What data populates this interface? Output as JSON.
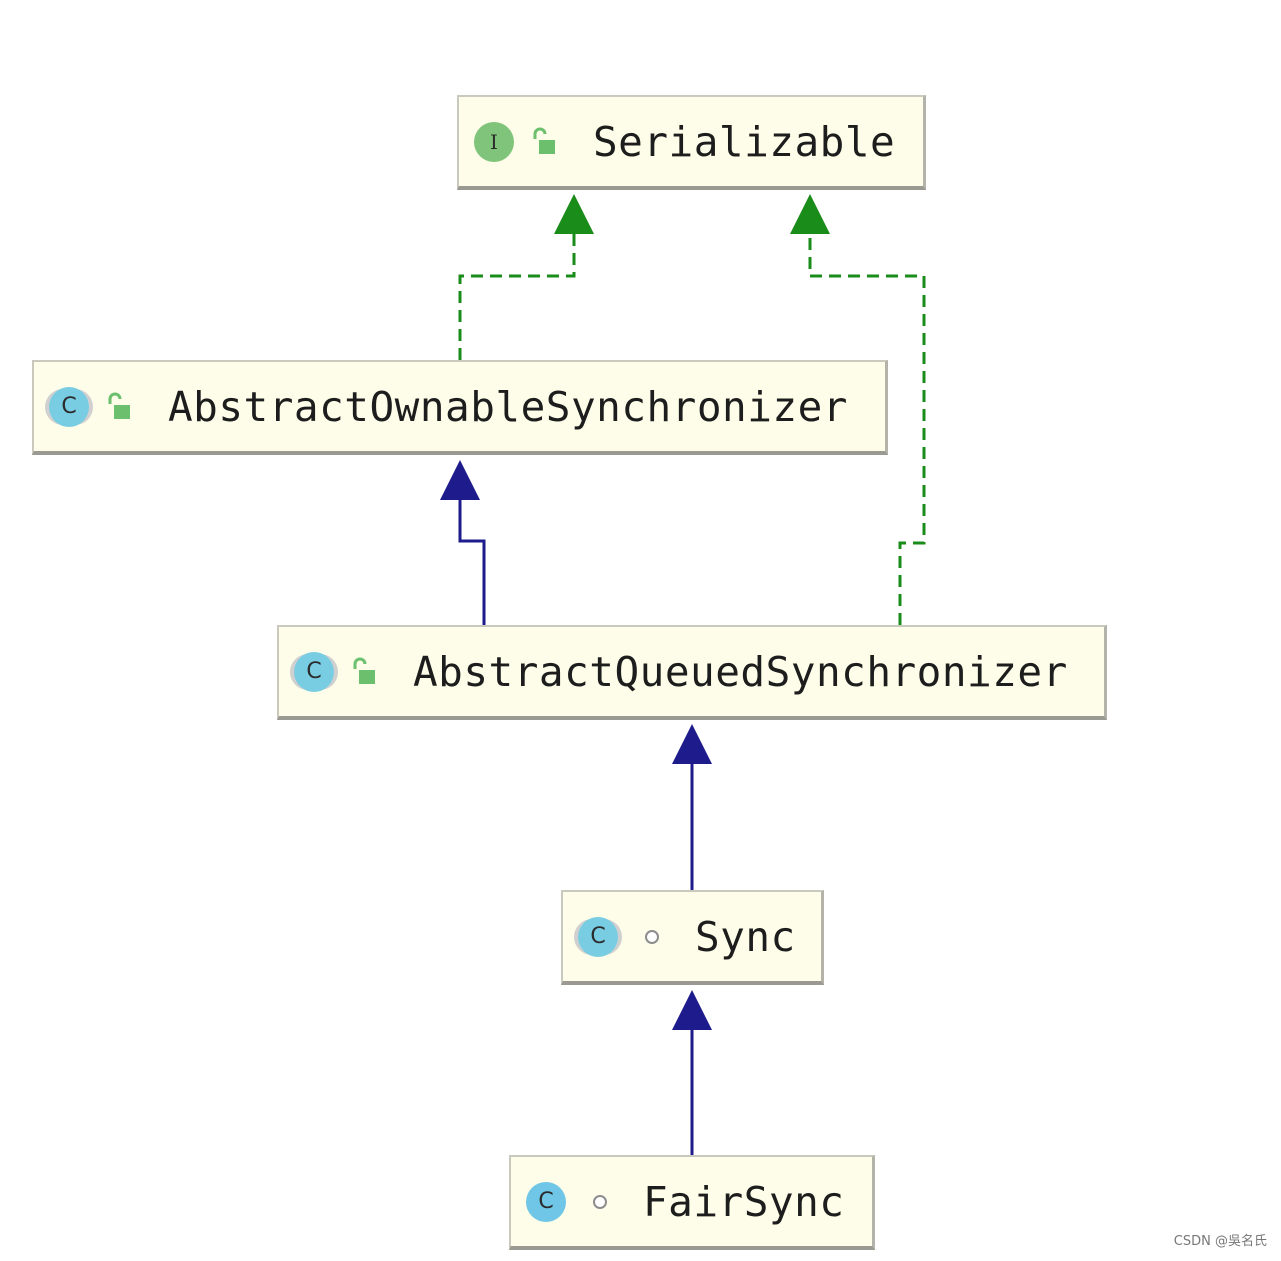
{
  "nodes": [
    {
      "id": "serializable",
      "label": "Serializable",
      "kind": "interface",
      "icon_letter": "I",
      "modifier": "public"
    },
    {
      "id": "aos",
      "label": "AbstractOwnableSynchronizer",
      "kind": "abstract-class",
      "icon_letter": "C",
      "modifier": "public"
    },
    {
      "id": "aqs",
      "label": "AbstractQueuedSynchronizer",
      "kind": "abstract-class",
      "icon_letter": "C",
      "modifier": "public"
    },
    {
      "id": "sync",
      "label": "Sync",
      "kind": "abstract-class",
      "icon_letter": "C",
      "modifier": "package-private"
    },
    {
      "id": "fairsync",
      "label": "FairSync",
      "kind": "class",
      "icon_letter": "C",
      "modifier": "package-private"
    }
  ],
  "edges": [
    {
      "from": "aos",
      "to": "serializable",
      "type": "implements"
    },
    {
      "from": "aqs",
      "to": "serializable",
      "type": "implements"
    },
    {
      "from": "aqs",
      "to": "aos",
      "type": "extends"
    },
    {
      "from": "sync",
      "to": "aqs",
      "type": "extends"
    },
    {
      "from": "fairsync",
      "to": "sync",
      "type": "extends"
    }
  ],
  "colors": {
    "implements": "#1a8c1a",
    "extends": "#1e1b8c",
    "node_fill": "#fdfde9",
    "public_lock": "#6cbf6c"
  },
  "watermark": "CSDN @吳名氏"
}
